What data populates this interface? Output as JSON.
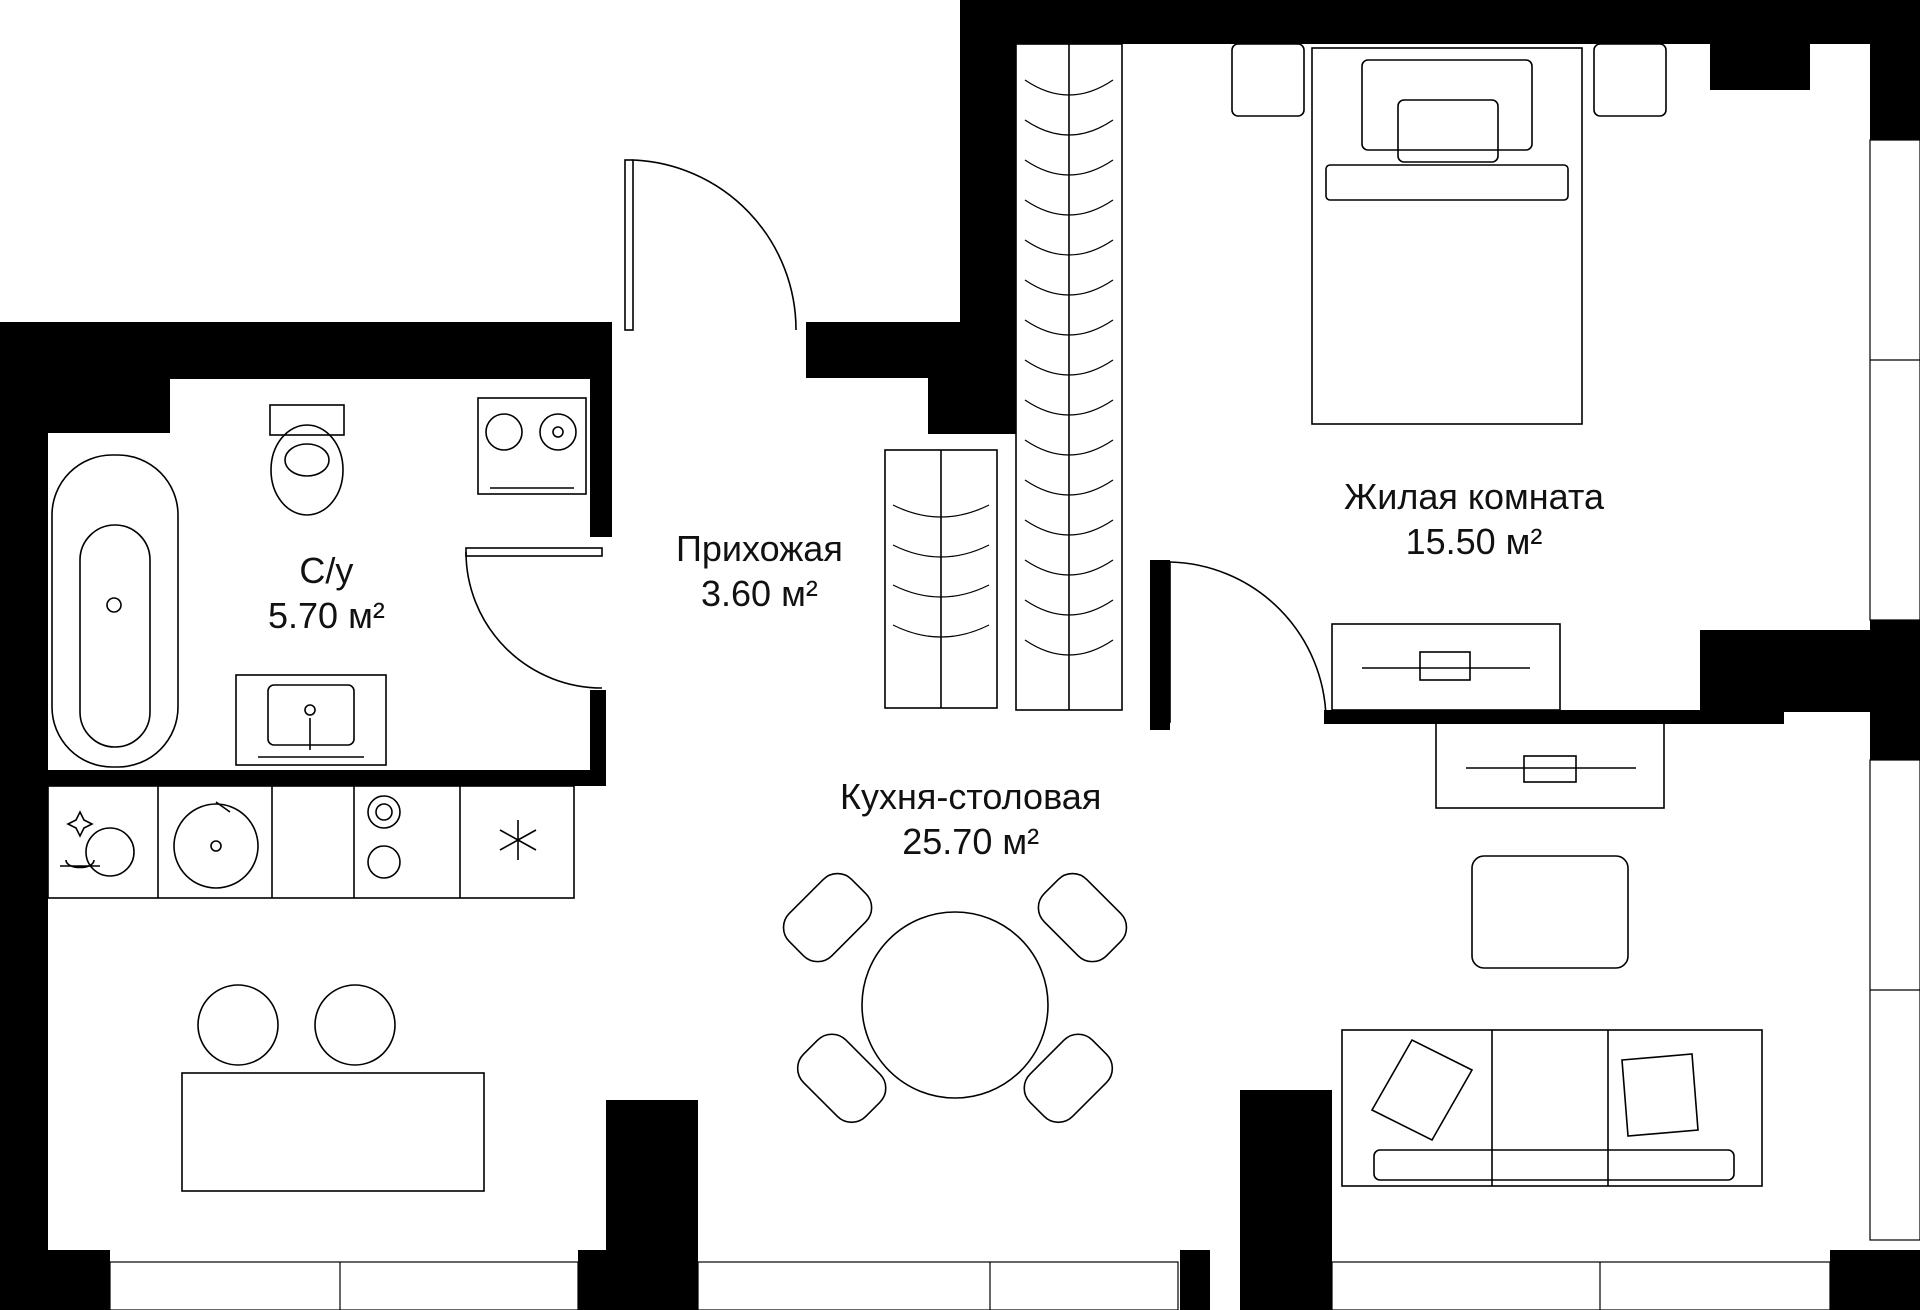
{
  "rooms": {
    "bathroom": {
      "name": "С/у",
      "area": "5.70 м²"
    },
    "hallway": {
      "name": "Прихожая",
      "area": "3.60 м²"
    },
    "living_room": {
      "name": "Жилая комната",
      "area": "15.50 м²"
    },
    "kitchen_dining": {
      "name": "Кухня-столовая",
      "area": "25.70 м²"
    }
  },
  "icons": [
    "washing-machine-icon",
    "dryer-icon",
    "dishwasher-icon",
    "sink-icon",
    "cooktop-icon",
    "fridge-snowflake-icon"
  ],
  "colors": {
    "walls": "#000000",
    "background": "#ffffff",
    "lines": "#000000"
  }
}
